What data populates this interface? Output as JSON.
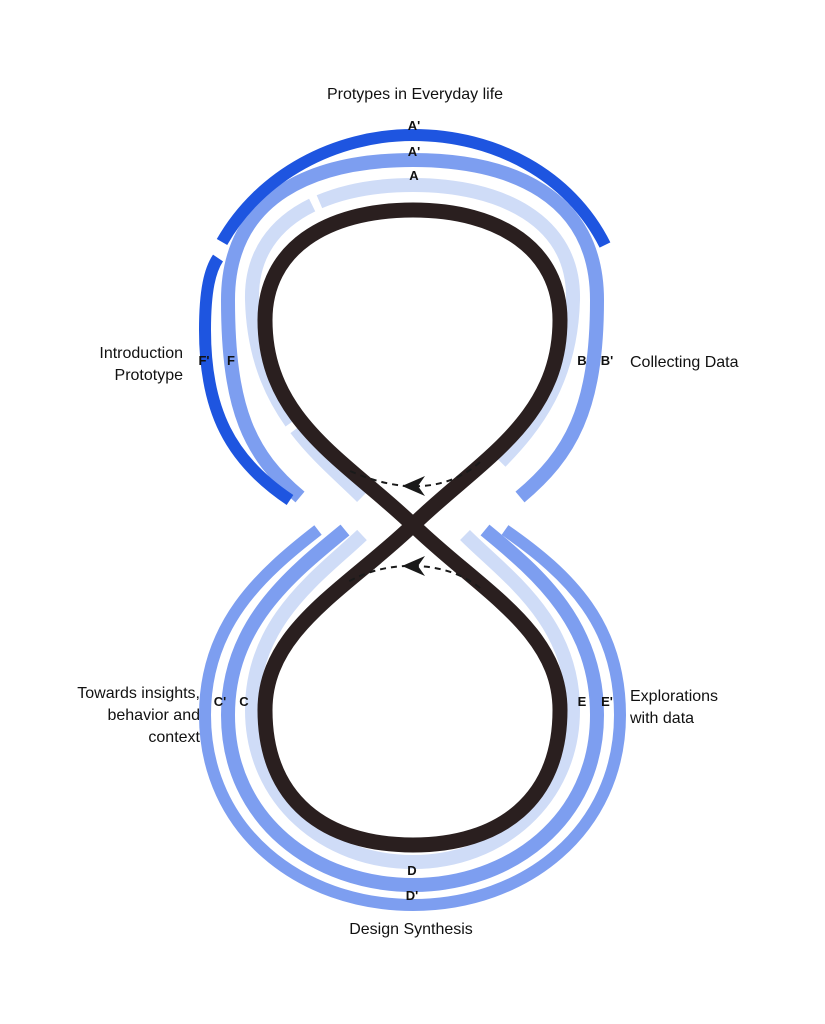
{
  "labels": {
    "top": "Protypes in Everyday life",
    "left_upper": "Introduction\nPrototype",
    "right_upper": "Collecting Data",
    "left_lower": "Towards insights,\nbehavior and\ncontext",
    "right_lower": "Explorations\nwith data",
    "bottom": "Design Synthesis"
  },
  "markers": {
    "top_outer": "A'",
    "top_middle": "A'",
    "top_inner": "A",
    "right_upper_inner": "B",
    "right_upper_outer": "B'",
    "left_upper_outer": "F'",
    "left_upper_inner": "F",
    "left_lower_outer": "C'",
    "left_lower_inner": "C",
    "right_lower_inner": "E",
    "right_lower_outer": "E'",
    "bottom_inner": "D",
    "bottom_outer": "D'"
  },
  "colors": {
    "figure_eight": "#2a1f1f",
    "band_light": "#cfdcf7",
    "band_medium": "#7d9ef0",
    "band_strong": "#1e55e0",
    "arrow": "#1a1a1a"
  }
}
